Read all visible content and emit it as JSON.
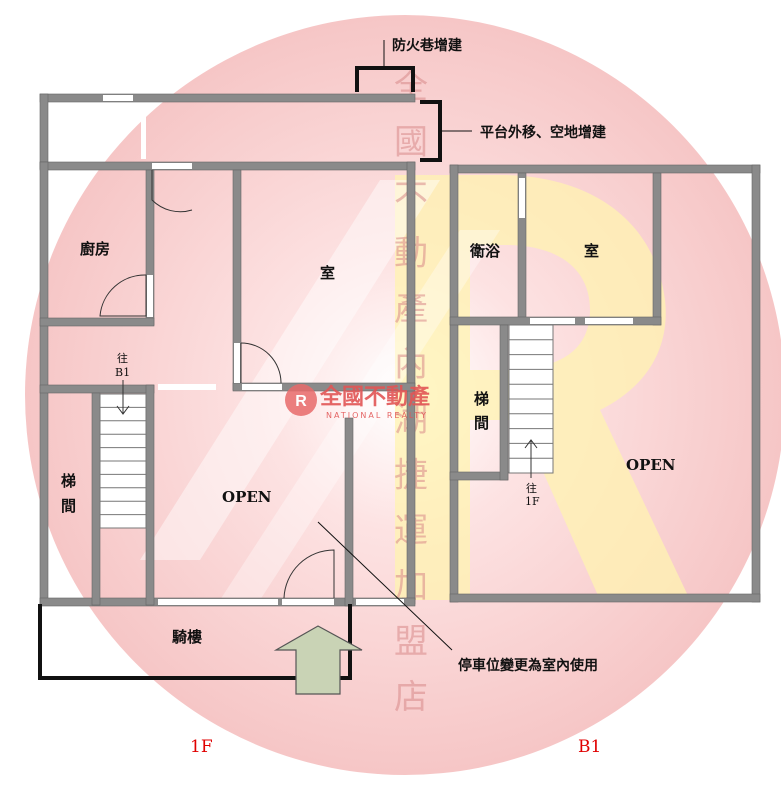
{
  "annotations": {
    "fire_lane": "防火巷增建",
    "platform": "平台外移、空地增建",
    "parking": "停車位變更為室內使用"
  },
  "floor_1f": {
    "kitchen": "廚房",
    "room": "室",
    "stair_to": "往",
    "stair_dest": "B1",
    "stair_room_1": "梯",
    "stair_room_2": "間",
    "open": "OPEN",
    "arcade": "騎樓",
    "label": "1F"
  },
  "floor_b1": {
    "bath": "衛浴",
    "room": "室",
    "stair_room_1": "梯",
    "stair_room_2": "間",
    "stair_to": "往",
    "stair_dest": "1F",
    "open": "OPEN",
    "label": "B1"
  },
  "watermark": {
    "vertical_chars": [
      "全",
      "國",
      "不",
      "動",
      "產",
      "內",
      "湖",
      "捷",
      "運",
      "加",
      "盟",
      "店"
    ],
    "logo_cn": "全國不動產",
    "logo_en": "NATIONAL REALTY"
  },
  "colors": {
    "wall": "#8a8a8a",
    "arrow_fill": "#c9d3b5",
    "floor_label": "#e00000",
    "watermark_circle": "#f7c9c9"
  }
}
